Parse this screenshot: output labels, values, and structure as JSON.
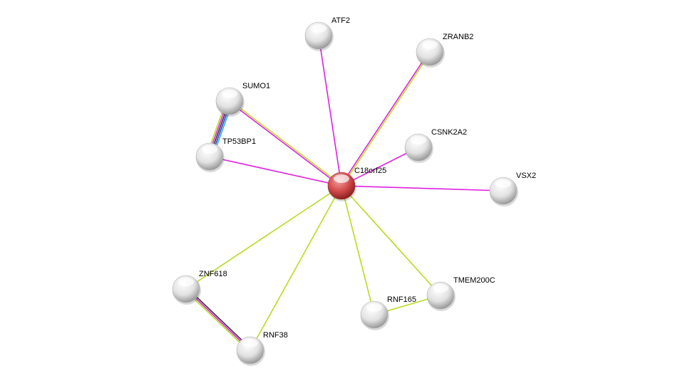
{
  "network": {
    "center": "C18orf25",
    "nodes": [
      {
        "id": "C18orf25",
        "label": "C18orf25",
        "query": true
      },
      {
        "id": "ATF2",
        "label": "ATF2"
      },
      {
        "id": "ZRANB2",
        "label": "ZRANB2"
      },
      {
        "id": "SUMO1",
        "label": "SUMO1"
      },
      {
        "id": "CSNK2A2",
        "label": "CSNK2A2"
      },
      {
        "id": "TP53BP1",
        "label": "TP53BP1"
      },
      {
        "id": "VSX2",
        "label": "VSX2"
      },
      {
        "id": "ZNF618",
        "label": "ZNF618"
      },
      {
        "id": "TMEM200C",
        "label": "TMEM200C"
      },
      {
        "id": "RNF165",
        "label": "RNF165"
      },
      {
        "id": "RNF38",
        "label": "RNF38"
      }
    ],
    "edges": [
      {
        "source": "C18orf25",
        "target": "ATF2",
        "evidence": [
          "experiments"
        ]
      },
      {
        "source": "C18orf25",
        "target": "ZRANB2",
        "evidence": [
          "experiments",
          "textmining"
        ]
      },
      {
        "source": "C18orf25",
        "target": "SUMO1",
        "evidence": [
          "experiments",
          "textmining"
        ]
      },
      {
        "source": "C18orf25",
        "target": "CSNK2A2",
        "evidence": [
          "experiments"
        ]
      },
      {
        "source": "C18orf25",
        "target": "TP53BP1",
        "evidence": [
          "experiments"
        ]
      },
      {
        "source": "C18orf25",
        "target": "VSX2",
        "evidence": [
          "experiments"
        ]
      },
      {
        "source": "C18orf25",
        "target": "ZNF618",
        "evidence": [
          "textmining"
        ]
      },
      {
        "source": "C18orf25",
        "target": "RNF38",
        "evidence": [
          "textmining"
        ]
      },
      {
        "source": "C18orf25",
        "target": "RNF165",
        "evidence": [
          "textmining"
        ]
      },
      {
        "source": "C18orf25",
        "target": "TMEM200C",
        "evidence": [
          "textmining"
        ]
      },
      {
        "source": "SUMO1",
        "target": "TP53BP1",
        "evidence": [
          "database",
          "curated",
          "coexpression",
          "experiments",
          "textmining"
        ]
      },
      {
        "source": "ZNF618",
        "target": "RNF38",
        "evidence": [
          "coexpression",
          "experiments",
          "textmining"
        ]
      },
      {
        "source": "RNF165",
        "target": "TMEM200C",
        "evidence": [
          "textmining"
        ]
      }
    ],
    "evidence_colors": {
      "database": "#22b8d8",
      "curated": "#3a3ad0",
      "coexpression": "#333333",
      "experiments": "#e020e0",
      "textmining": "#b8dc20"
    },
    "node_colors": {
      "query": "#d23a3a",
      "default": "#e8e8e8"
    }
  }
}
